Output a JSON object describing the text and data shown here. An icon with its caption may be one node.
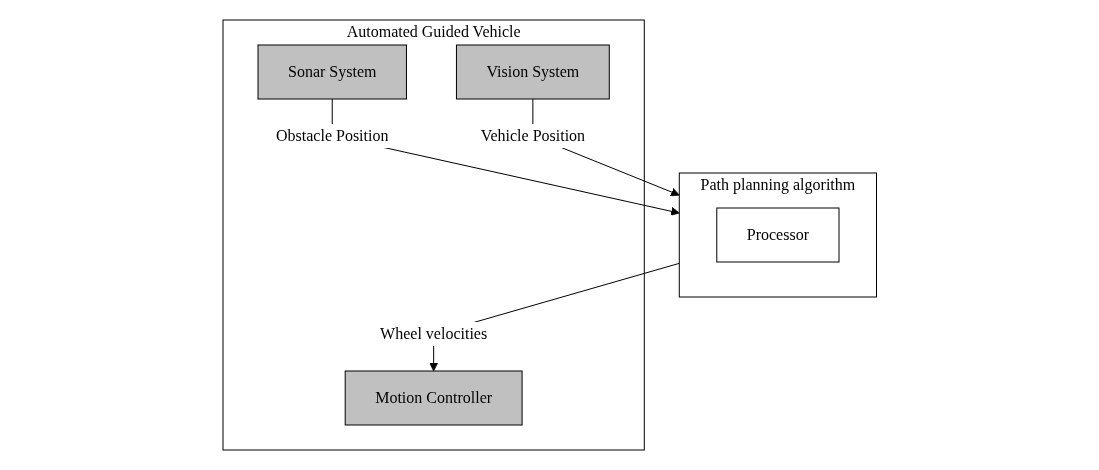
{
  "diagram": {
    "nodes": [
      {
        "text": [
          "Path planning algorithm"
        ]
      },
      {
        "text": [
          "Processor"
        ],
        "in": 0
      },
      {
        "text": [
          "Automated Guided Vehicle"
        ]
      },
      {
        "text": [
          "Vision System"
        ],
        "in": 2
      },
      {
        "text": [
          "Sonar System"
        ],
        "in": 2
      },
      {
        "text": [
          "Motion Controller"
        ],
        "in": 2
      }
    ],
    "edges": [
      {
        "from": 4,
        "to": 0,
        "arrow": "to",
        "label": "Obstacle Position"
      },
      {
        "from": 3,
        "to": 0,
        "arrow": "to",
        "label": "Vehicle Position"
      },
      {
        "from": 0,
        "to": 5,
        "arrow": "to",
        "label": "Wheel velocities"
      }
    ]
  }
}
